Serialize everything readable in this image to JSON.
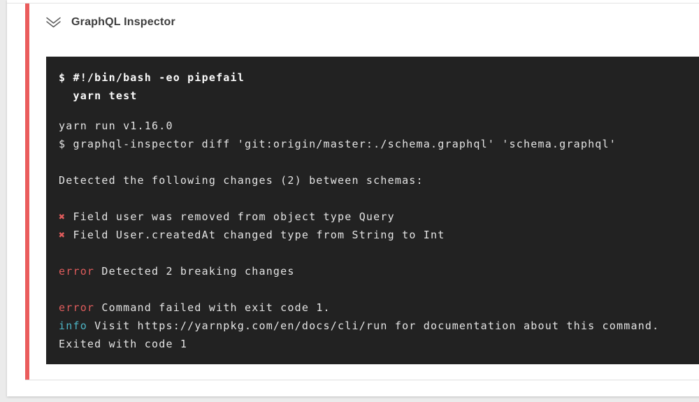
{
  "page": {
    "background": "#ebebeb",
    "card_background": "#ffffff"
  },
  "header": {
    "title": "GraphQL Inspector",
    "collapse_icon": "double-chevron-down-icon"
  },
  "step": {
    "status": "failed",
    "accent_color": "#ea5c5c"
  },
  "terminal": {
    "colors": {
      "background": "#222222",
      "default": "#e4e4e4",
      "bold": "#fafafa",
      "red": "#df5c5c",
      "cyan": "#4db5c5"
    },
    "command_lines": [
      "$ #!/bin/bash -eo pipefail",
      "  yarn test"
    ],
    "output_lines": [
      [
        {
          "t": "yarn run v1.16.0"
        }
      ],
      [
        {
          "t": "$ graphql-inspector diff 'git:origin/master:./schema.graphql' 'schema.graphql'"
        }
      ],
      [],
      [
        {
          "t": "Detected the following changes (2) between schemas:"
        }
      ],
      [],
      [
        {
          "t": "✖ ",
          "c": "red"
        },
        {
          "t": "Field user was removed from object type Query"
        }
      ],
      [
        {
          "t": "✖ ",
          "c": "red"
        },
        {
          "t": "Field User.createdAt changed type from String to Int"
        }
      ],
      [],
      [
        {
          "t": "error ",
          "c": "red"
        },
        {
          "t": "Detected 2 breaking changes"
        }
      ],
      [],
      [
        {
          "t": "error ",
          "c": "red"
        },
        {
          "t": "Command failed with exit code 1."
        }
      ],
      [
        {
          "t": "info ",
          "c": "cyan"
        },
        {
          "t": "Visit https://yarnpkg.com/en/docs/cli/run for documentation about this command."
        }
      ],
      [
        {
          "t": "Exited with code 1"
        }
      ]
    ]
  }
}
